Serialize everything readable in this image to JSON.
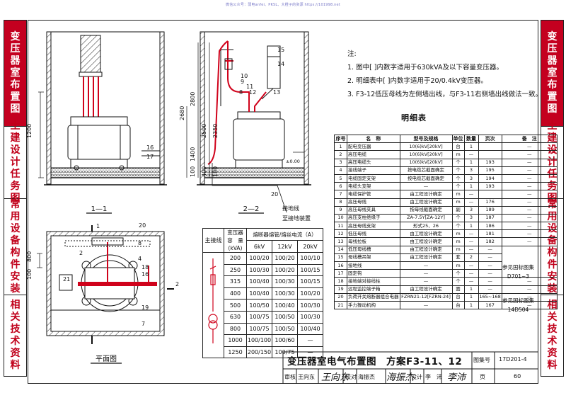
{
  "watermark": "微信公众号：弱电anfei、PKSL、大橙子的资源 https://101998.net",
  "side_left": [
    {
      "label": "变压器室布置图",
      "active": true
    },
    {
      "label": "土建设计任务图",
      "active": false
    },
    {
      "label": "常用设备构件安装",
      "active": false
    },
    {
      "label": "相关技术资料",
      "active": false
    }
  ],
  "side_right": [
    {
      "label": "变压器室布置图",
      "active": true
    },
    {
      "label": "土建设计任务图",
      "active": false
    },
    {
      "label": "常用设备构件安装",
      "active": false
    },
    {
      "label": "相关技术资料",
      "active": false
    }
  ],
  "notes": {
    "title": "注:",
    "items": [
      "1. 图中[ ]内数字适用于630kVA及以下容量变压器。",
      "2. 明细表中[ ]内数字适用于20/0.4kV变压器。",
      "3. F3-12低压母线为左侧墙出线，与F3-11右侧墙出线做法一致。"
    ]
  },
  "schedule": {
    "title": "明细表",
    "headers": [
      "序号",
      "名　称",
      "型号及规格",
      "单位",
      "数量",
      "页次",
      "备　注"
    ],
    "rows": [
      [
        "1",
        "配电变压器",
        "10(6)kV[20kV]",
        "台",
        "1",
        "",
        "—"
      ],
      [
        "2",
        "高压电缆",
        "10(6)kV[20kV]",
        "m",
        "—",
        "",
        "—"
      ],
      [
        "3",
        "高压电缆头",
        "10(6)kV[20kV]",
        "个",
        "1",
        "193",
        "—"
      ],
      [
        "4",
        "接线端子",
        "按电缆芯截面确定",
        "个",
        "3",
        "195",
        "—"
      ],
      [
        "5",
        "电缆固定支架",
        "按电缆芯截面确定",
        "个",
        "3",
        "194",
        "—"
      ],
      [
        "6",
        "电缆头支架",
        "—",
        "个",
        "1",
        "193",
        "—"
      ],
      [
        "7",
        "电缆保护管",
        "由工程设计确定",
        "m",
        "—",
        "",
        "—"
      ],
      [
        "8",
        "高压母线",
        "由工程设计确定",
        "m",
        "—",
        "176",
        "—"
      ],
      [
        "9",
        "高压母线夹具",
        "按母线截面确定",
        "副",
        "3",
        "189",
        "—"
      ],
      [
        "10",
        "高压支柱绝缘子",
        "ZA-7.5Y[ZA-12Y]",
        "个",
        "3",
        "187",
        "—"
      ],
      [
        "11",
        "高压母线支架",
        "形式25、26",
        "个",
        "1",
        "186",
        "—"
      ],
      [
        "12",
        "低压母线",
        "由工程设计确定",
        "m",
        "—",
        "181",
        "—"
      ],
      [
        "13",
        "母线拉板",
        "由工程设计确定",
        "m",
        "—",
        "182",
        "—"
      ],
      [
        "14",
        "低压母线槽",
        "由工程设计确定",
        "m",
        "—",
        "—",
        ""
      ],
      [
        "15",
        "母线槽吊架",
        "由工程设计确定",
        "套",
        "2",
        "—",
        ""
      ],
      [
        "16",
        "接地线",
        "—",
        "m",
        "—",
        "—",
        ""
      ],
      [
        "17",
        "固定钩",
        "—",
        "个",
        "—",
        "—",
        ""
      ],
      [
        "18",
        "接地端对接线柱",
        "—",
        "个",
        "—",
        "—",
        "—"
      ],
      [
        "19",
        "远程监控端子箱",
        "由工程设计确定",
        "面",
        "1",
        "—",
        "—"
      ],
      [
        "20",
        "负荷开关熔断器组合电器",
        "FZRN21-12[FZRN-24]",
        "台",
        "1",
        "165~168",
        "—"
      ],
      [
        "21",
        "手力操动机构",
        "—",
        "台",
        "1",
        "167",
        "—"
      ]
    ],
    "ref1": [
      "参见国标图集",
      "D701~3"
    ],
    "ref2": [
      "参见国标图集",
      "14D504"
    ]
  },
  "fuse_table": {
    "main_wiring_label": "主接线",
    "capacity_header": [
      "变压器",
      "容　量",
      "(kVA)"
    ],
    "fuse_header": "熔断器熔管/熔丝电流（A）",
    "voltages": [
      "6kV",
      "12kV",
      "20kV"
    ],
    "rows": [
      [
        "200",
        "100/20",
        "100/20",
        "100/10"
      ],
      [
        "250",
        "100/30",
        "100/20",
        "100/15"
      ],
      [
        "315",
        "100/40",
        "100/30",
        "100/15"
      ],
      [
        "400",
        "100/40",
        "100/30",
        "100/20"
      ],
      [
        "500",
        "100/50",
        "100/40",
        "100/30"
      ],
      [
        "630",
        "100/75",
        "100/50",
        "100/30"
      ],
      [
        "800",
        "100/75",
        "100/50",
        "100/40"
      ],
      [
        "1000",
        "100/100",
        "100/60",
        "—"
      ],
      [
        "1250",
        "200/150",
        "100/75",
        "—"
      ]
    ]
  },
  "views": {
    "section_1": "1—1",
    "section_2": "2—2",
    "plan": "平面图",
    "ground_label": [
      "接地线",
      "至接地装置"
    ]
  },
  "dims": {
    "d1200": "1200",
    "d2680": "2680",
    "d2800": "2800",
    "d2500": "2500",
    "d2350": "2350",
    "d1400": "1400",
    "d100a": "100",
    "d400": "400",
    "d100b": "100",
    "d800": "800",
    "d100c": "100",
    "elev": "±0.00",
    "plan_1": "1",
    "plan_2": "2"
  },
  "title_block": {
    "title": "变压器室电气布置图　方案F3-11、12",
    "atlas_label": "图集号",
    "atlas_no": "17D201-4",
    "row": [
      "审核",
      "王向东",
      "校对",
      "海振杰",
      "设计",
      "李　沛",
      "页",
      "60"
    ],
    "sig1": "王向东",
    "sig2": "海振杰",
    "sig3": "李沛"
  },
  "callouts": [
    "15",
    "14",
    "10",
    "9",
    "11",
    "8",
    "12",
    "13",
    "16",
    "17",
    "20",
    "8",
    "4",
    "18",
    "16",
    "21",
    "2",
    "19",
    "7"
  ]
}
